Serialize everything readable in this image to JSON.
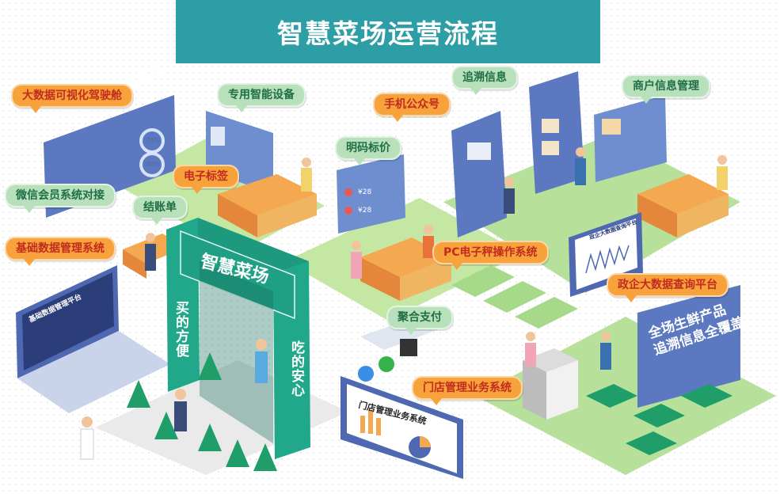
{
  "title": "智慧菜场运营流程",
  "callouts": {
    "bigdata": "大数据可视化驾驶舱",
    "devices": "专用智能设备",
    "trace": "追溯信息",
    "merchant": "商户信息管理",
    "mobile": "手机公众号",
    "price_tag": "明码标价",
    "e_label": "电子标签",
    "wechat": "微信会员系统对接",
    "checkout": "结账单",
    "base_data": "基础数据管理系统",
    "pc_scale": "PC电子秤操作系统",
    "gov_platform": "政企大数据查询平台",
    "payment": "聚合支付",
    "store_mgmt": "门店管理业务系统"
  },
  "screens": {
    "dashboard_title": "大数据可视化驾驶舱",
    "ring_1": "70%",
    "ring_2": "40%",
    "laptop_title": "基础数据管理平台",
    "store_panel_title": "门店管理业务系统",
    "gov_panel_title": "政企大数据查询平台",
    "price_1": "¥28",
    "price_2": "¥28",
    "fresh_line_1": "全场生鲜产品",
    "fresh_line_2": "追溯信息全覆盖"
  },
  "gate": {
    "title": "智慧菜场",
    "left_text": "买的方便",
    "right_text": "吃的安心"
  },
  "colors": {
    "banner": "#2e9ea6",
    "orange_callout": "#f7a23a",
    "orange_text": "#c22b1f",
    "green_callout": "#b8e1bb",
    "green_text": "#1f6e45",
    "panel_blue": "#5b78c0",
    "floor_green": "#b2df8c",
    "gate_teal": "#21a88a"
  }
}
